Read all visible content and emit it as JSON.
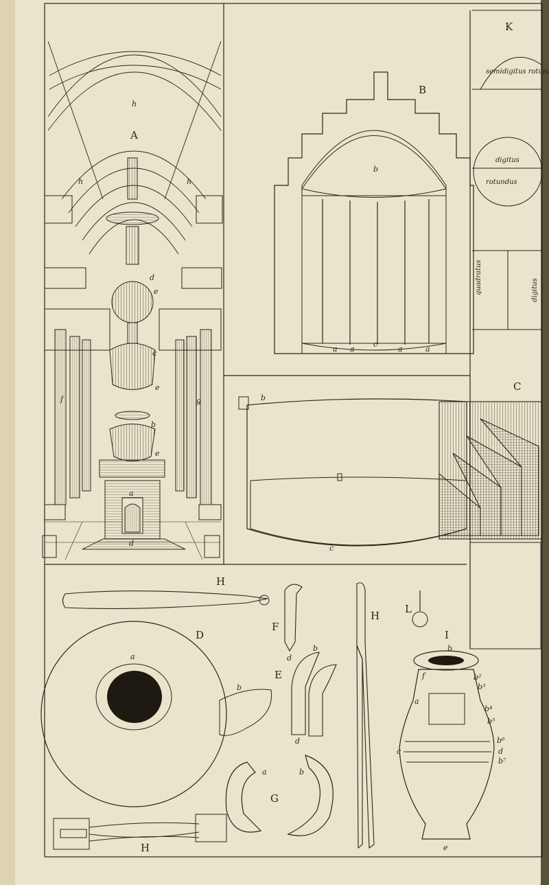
{
  "plate": {
    "fig_A": {
      "letter": "A",
      "marks": [
        "h",
        "h",
        "h",
        "d",
        "e",
        "c",
        "e",
        "b",
        "e",
        "f",
        "g",
        "a",
        "d"
      ]
    },
    "fig_B": {
      "letter": "B",
      "marks": [
        "b",
        "a",
        "a",
        "c",
        "a",
        "a"
      ]
    },
    "fig_C": {
      "letter": "C",
      "marks": [
        "b",
        "c"
      ]
    },
    "fig_K": {
      "letter": "K",
      "labels": [
        "semidigitus rotundus",
        "digitus",
        "rotundus",
        "quadratus",
        "digitus"
      ]
    },
    "fig_H_top": {
      "letter": "H"
    },
    "fig_D": {
      "letter": "D",
      "marks": [
        "a",
        "b"
      ]
    },
    "fig_F": {
      "letter": "F",
      "marks": [
        "d"
      ]
    },
    "fig_E": {
      "letter": "E",
      "marks": [
        "b",
        "d"
      ]
    },
    "fig_G": {
      "letter": "G",
      "marks": [
        "a",
        "b"
      ]
    },
    "fig_H_bottom": {
      "letter": "H"
    },
    "fig_H_strigil": {
      "letter": "H"
    },
    "fig_L": {
      "letter": "L"
    },
    "fig_I": {
      "letter": "I",
      "marks": [
        "b",
        "f",
        "a",
        "b²",
        "b³",
        "b⁴",
        "b⁵",
        "c",
        "b⁶",
        "d",
        "b⁷",
        "e"
      ]
    }
  }
}
